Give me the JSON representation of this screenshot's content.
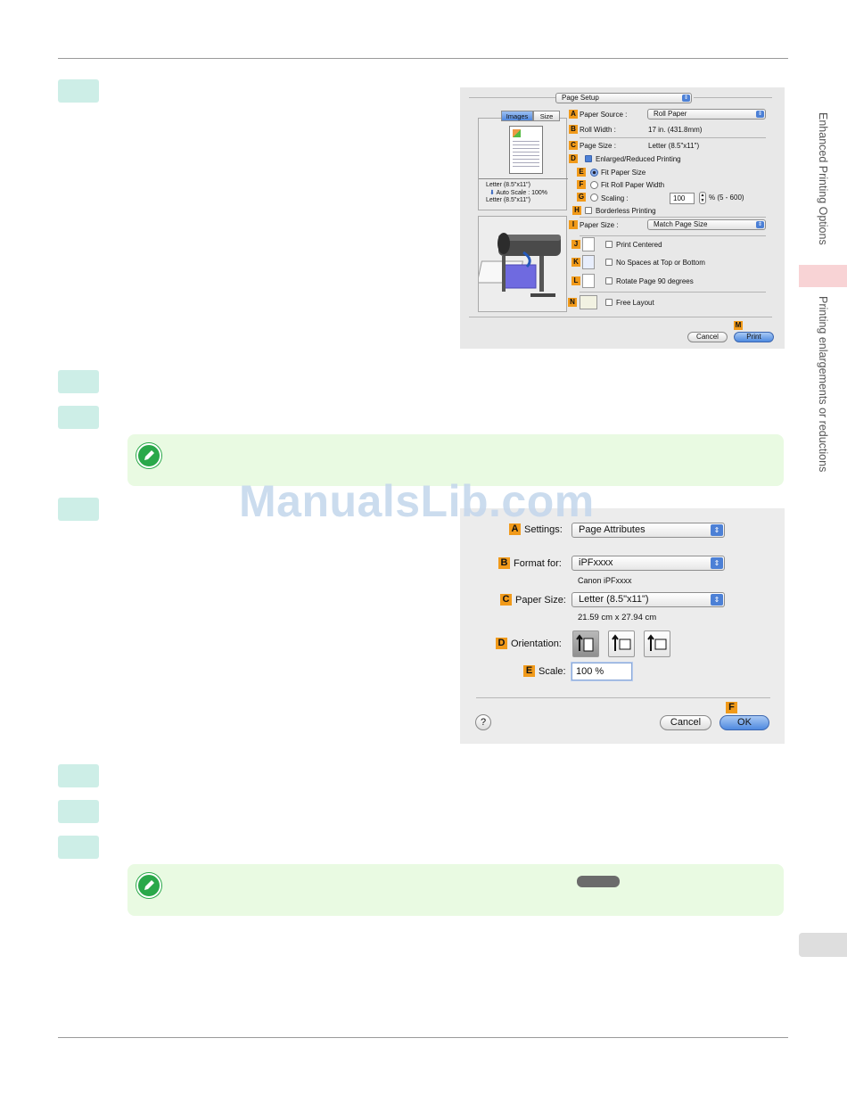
{
  "watermark": "ManualsLib.com",
  "side": {
    "chapter": "Enhanced Printing Options",
    "section": "Printing enlargements or reductions"
  },
  "page_setup_dialog": {
    "dialog_popup": "Page Setup",
    "tabs": [
      "Images",
      "Size"
    ],
    "paper_source_label": "Paper Source :",
    "paper_source_value": "Roll Paper",
    "roll_width_label": "Roll Width :",
    "roll_width_value": "17 in. (431.8mm)",
    "page_size_label": "Page Size :",
    "page_size_value": "Letter (8.5\"x11\")",
    "enlarged_label": "Enlarged/Reduced Printing",
    "fit_paper_label": "Fit Paper Size",
    "fit_roll_label": "Fit Roll Paper Width",
    "scaling_label": "Scaling :",
    "scaling_value": "100",
    "scaling_range": "% (5 - 600)",
    "borderless_label": "Borderless Printing",
    "paper_size_label": "Paper Size :",
    "paper_size_value": "Match Page Size",
    "print_centered_label": "Print Centered",
    "no_spaces_label": "No Spaces at Top or Bottom",
    "rotate_label": "Rotate Page 90 degrees",
    "free_layout_label": "Free Layout",
    "preview_from": "Letter (8.5\"x11\")",
    "preview_scale": "Auto Scale : 100%",
    "preview_to": "Letter (8.5\"x11\")",
    "cancel_label": "Cancel",
    "print_label": "Print",
    "callouts": [
      "A",
      "B",
      "C",
      "D",
      "E",
      "F",
      "G",
      "H",
      "I",
      "J",
      "K",
      "L",
      "M",
      "N"
    ]
  },
  "page_attributes_dialog": {
    "settings_label": "Settings:",
    "settings_value": "Page Attributes",
    "format_for_label": "Format for:",
    "format_for_value": "iPFxxxx",
    "format_for_sub": "Canon iPFxxxx",
    "paper_size_label": "Paper Size:",
    "paper_size_value": "Letter (8.5\"x11\")",
    "paper_size_sub": "21.59 cm x 27.94 cm",
    "orientation_label": "Orientation:",
    "scale_label": "Scale:",
    "scale_value": "100 %",
    "cancel_label": "Cancel",
    "ok_label": "OK",
    "help_label": "?",
    "callouts": [
      "A",
      "B",
      "C",
      "D",
      "E",
      "F"
    ]
  }
}
